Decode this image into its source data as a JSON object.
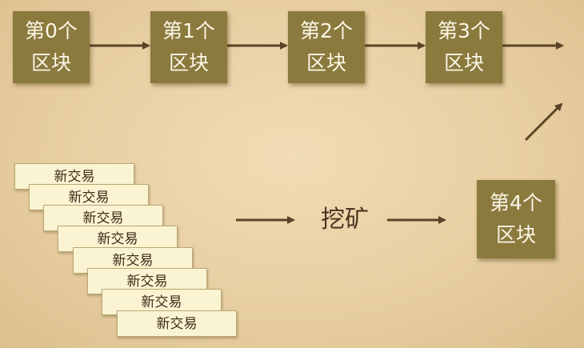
{
  "chain": [
    {
      "line1": "第0个",
      "line2": "区块"
    },
    {
      "line1": "第1个",
      "line2": "区块"
    },
    {
      "line1": "第2个",
      "line2": "区块"
    },
    {
      "line1": "第3个",
      "line2": "区块"
    }
  ],
  "new_block": {
    "line1": "第4个",
    "line2": "区块"
  },
  "transactions": [
    "新交易",
    "新交易",
    "新交易",
    "新交易",
    "新交易",
    "新交易",
    "新交易",
    "新交易"
  ],
  "mining_label": "挖矿",
  "colors": {
    "block": "#8b7a3e",
    "block_text": "#fbf6e6",
    "arrow": "#5b4327",
    "transaction": "#fbf4d2"
  }
}
